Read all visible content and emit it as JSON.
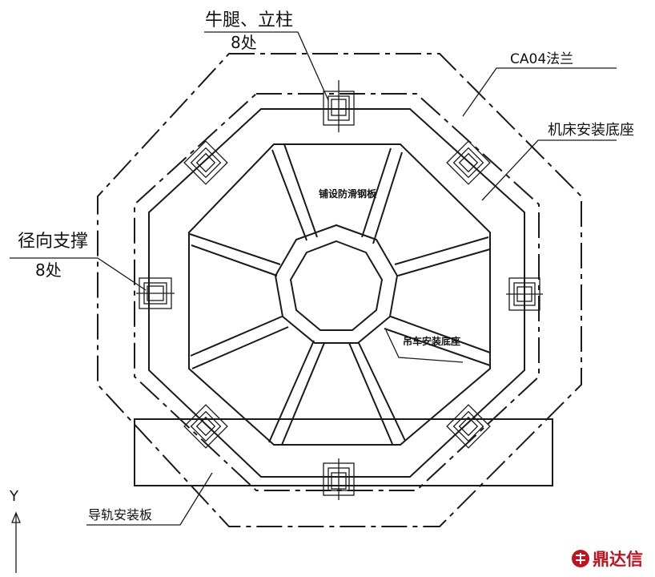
{
  "labels": {
    "corbel_column": "牛腿、立柱",
    "corbel_count": "8处",
    "flange": "CA04法兰",
    "machine_base": "机床安装底座",
    "anti_slip": "铺设防滑钢板",
    "radial_brace": "径向支撑",
    "radial_count": "8处",
    "crane_base": "吊车安装底座",
    "rail_plate": "导轨安装板",
    "axis_y": "Y"
  },
  "watermark": {
    "text": "鼎达信",
    "color": "#c0121f"
  },
  "colors": {
    "line": "#1a1a1a",
    "background": "#ffffff"
  }
}
